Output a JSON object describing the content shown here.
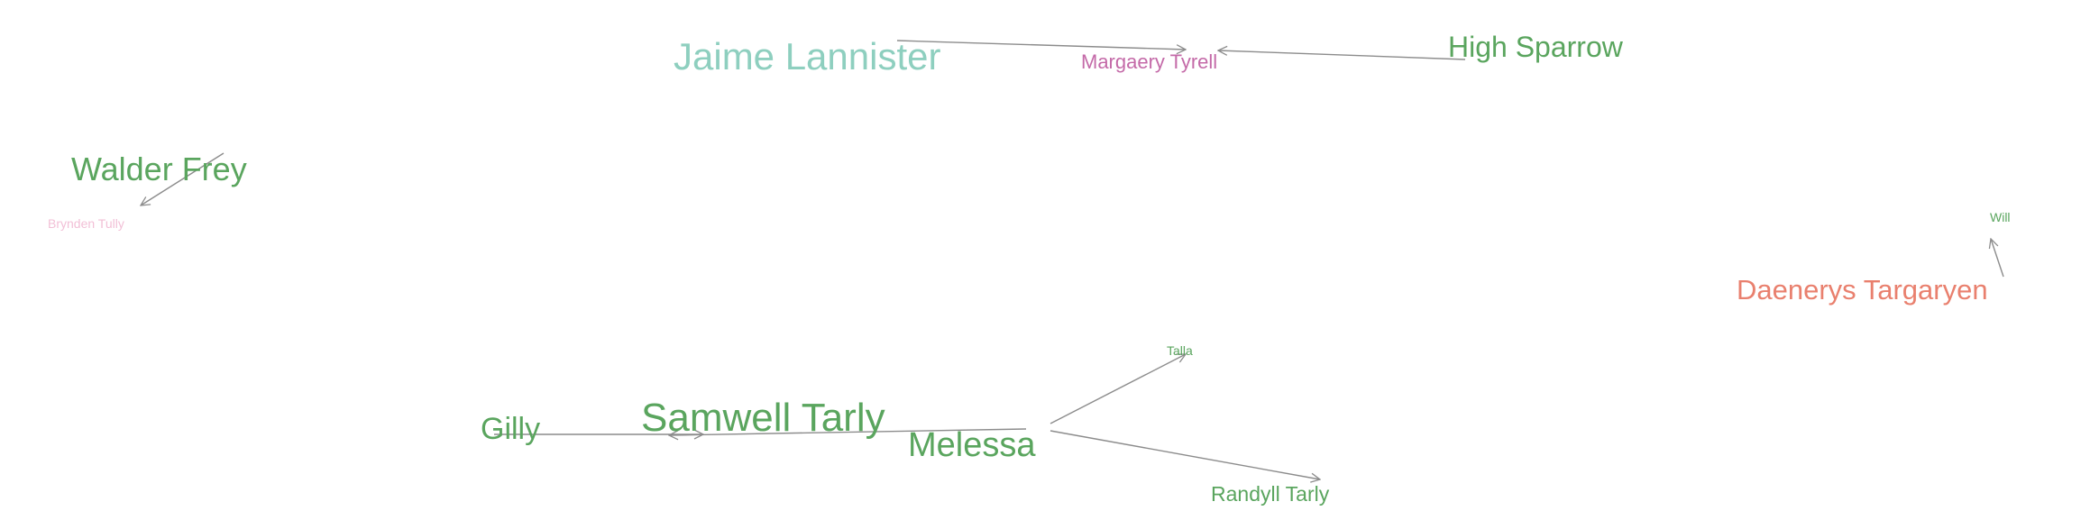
{
  "colors": {
    "green": "#5aa55e",
    "teal": "#8ecfbf",
    "magenta": "#c46aa8",
    "pink": "#f2bfd6",
    "salmon": "#e9806e",
    "edge": "#8c8c8c"
  },
  "nodes": [
    {
      "id": "jaime",
      "label": "Jaime Lannister",
      "color": "teal"
    },
    {
      "id": "margaery",
      "label": "Margaery Tyrell",
      "color": "magenta"
    },
    {
      "id": "sparrow",
      "label": "High Sparrow",
      "color": "green"
    },
    {
      "id": "walder",
      "label": "Walder Frey",
      "color": "green"
    },
    {
      "id": "brynden",
      "label": "Brynden Tully",
      "color": "pink"
    },
    {
      "id": "will",
      "label": "Will",
      "color": "green"
    },
    {
      "id": "daenerys",
      "label": "Daenerys Targaryen",
      "color": "salmon"
    },
    {
      "id": "talla",
      "label": "Talla",
      "color": "green"
    },
    {
      "id": "gilly",
      "label": "Gilly",
      "color": "green"
    },
    {
      "id": "samwell",
      "label": "Samwell Tarly",
      "color": "green"
    },
    {
      "id": "melessa",
      "label": "Melessa",
      "color": "green"
    },
    {
      "id": "randyll",
      "label": "Randyll Tarly",
      "color": "green"
    }
  ],
  "edges": [
    {
      "from": "jaime",
      "to": "margaery"
    },
    {
      "from": "sparrow",
      "to": "margaery"
    },
    {
      "from": "walder",
      "to": "brynden"
    },
    {
      "from": "daenerys",
      "to": "will"
    },
    {
      "from": "gilly",
      "to": "samwell"
    },
    {
      "from": "melessa",
      "to": "samwell"
    },
    {
      "from": "melessa",
      "to": "talla"
    },
    {
      "from": "melessa",
      "to": "randyll"
    }
  ]
}
